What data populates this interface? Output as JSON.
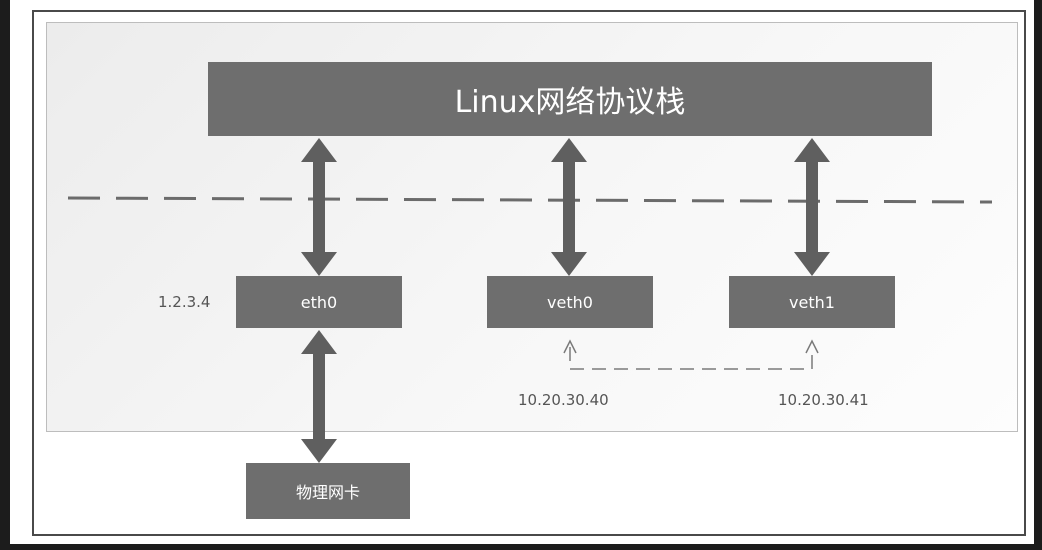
{
  "diagram": {
    "stack_label": "Linux网络协议栈",
    "eth0": {
      "label": "eth0",
      "ip": "1.2.3.4"
    },
    "veth0": {
      "label": "veth0",
      "ip": "10.20.30.40"
    },
    "veth1": {
      "label": "veth1",
      "ip": "10.20.30.41"
    },
    "nic_label": "物理网卡"
  },
  "colors": {
    "box_fill": "#6e6e6e",
    "arrow_fill": "#5f5f5f",
    "dash_line": "#6b6b6b",
    "label_text": "#555555"
  }
}
